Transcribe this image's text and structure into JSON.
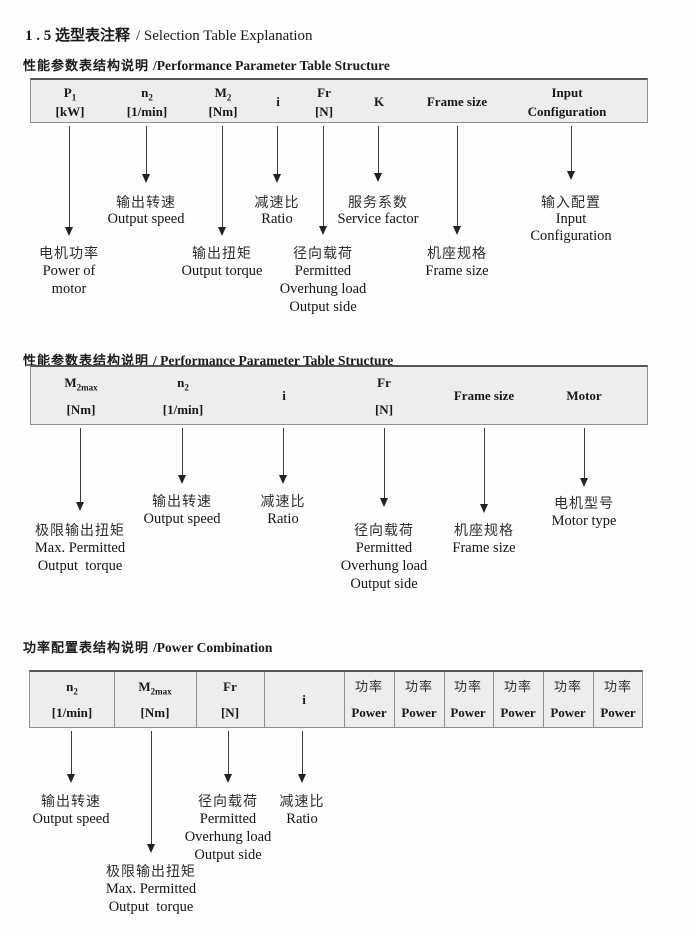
{
  "title": {
    "cn": "1 . 5 选型表注释",
    "en": "/ Selection Table Explanation"
  },
  "section1": {
    "heading": {
      "cn": "性能参数表结构说明",
      "en": "/Performance Parameter Table Structure"
    },
    "table": {
      "p1": {
        "base": "P",
        "sub": "1",
        "unit": "[kW]"
      },
      "n2": {
        "base": "n",
        "sub": "2",
        "unit": "[1/min]"
      },
      "m2": {
        "base": "M",
        "sub": "2",
        "unit": "[Nm]"
      },
      "i": "i",
      "fr": {
        "base": "Fr",
        "unit": "[N]"
      },
      "k": "K",
      "frame": "Frame size",
      "input": {
        "line1": "Input",
        "line2": "Configuration"
      }
    },
    "labels": {
      "motor_power": {
        "cn": "电机功率",
        "en1": "Power of",
        "en2": "motor"
      },
      "output_speed": {
        "cn": "输出转速",
        "en": "Output speed"
      },
      "output_torque": {
        "cn": "输出扭矩",
        "en": "Output torque"
      },
      "ratio": {
        "cn": "减速比",
        "en": "Ratio"
      },
      "overhung_load": {
        "cn": "径向载荷",
        "en1": "Permitted",
        "en2": "Overhung load",
        "en3": "Output side"
      },
      "service_factor": {
        "cn": "服务系数",
        "en": "Service factor"
      },
      "frame_size": {
        "cn": "机座规格",
        "en": "Frame size"
      },
      "input_config": {
        "cn": "输入配置",
        "en1": "Input",
        "en2": "Configuration"
      }
    }
  },
  "section2": {
    "heading": {
      "cn": "性能参数表结构说明",
      "en": "/ Performance Parameter Table Structure"
    },
    "table": {
      "m2max": {
        "base": "M",
        "sub": "2max",
        "unit": "[Nm]"
      },
      "n2": {
        "base": "n",
        "sub": "2",
        "unit": "[1/min]"
      },
      "i": "i",
      "fr": {
        "base": "Fr",
        "unit": "[N]"
      },
      "frame": "Frame size",
      "motor": "Motor"
    },
    "labels": {
      "max_torque": {
        "cn": "极限输出扭矩",
        "en1": "Max. Permitted",
        "en2": "Output  torque"
      },
      "output_speed": {
        "cn": "输出转速",
        "en": "Output speed"
      },
      "ratio": {
        "cn": "减速比",
        "en": "Ratio"
      },
      "overhung_load": {
        "cn": "径向载荷",
        "en1": "Permitted",
        "en2": "Overhung load",
        "en3": "Output side"
      },
      "frame_size": {
        "cn": "机座规格",
        "en": "Frame size"
      },
      "motor_type": {
        "cn": "电机型号",
        "en": "Motor type"
      }
    }
  },
  "section3": {
    "heading": {
      "cn": "功率配置表结构说明",
      "en": "/Power Combination"
    },
    "table": {
      "n2": {
        "base": "n",
        "sub": "2",
        "unit": "[1/min]"
      },
      "m2max": {
        "base": "M",
        "sub": "2max",
        "unit": "[Nm]"
      },
      "fr": {
        "base": "Fr",
        "unit": "[N]"
      },
      "i": "i",
      "power": {
        "cn": "功率",
        "en": "Power"
      }
    },
    "labels": {
      "output_speed": {
        "cn": "输出转速",
        "en": "Output speed"
      },
      "max_torque": {
        "cn": "极限输出扭矩",
        "en1": "Max. Permitted",
        "en2": "Output  torque"
      },
      "overhung_load": {
        "cn": "径向载荷",
        "en1": "Permitted",
        "en2": "Overhung load",
        "en3": "Output side"
      },
      "ratio": {
        "cn": "减速比",
        "en": "Ratio"
      }
    }
  }
}
